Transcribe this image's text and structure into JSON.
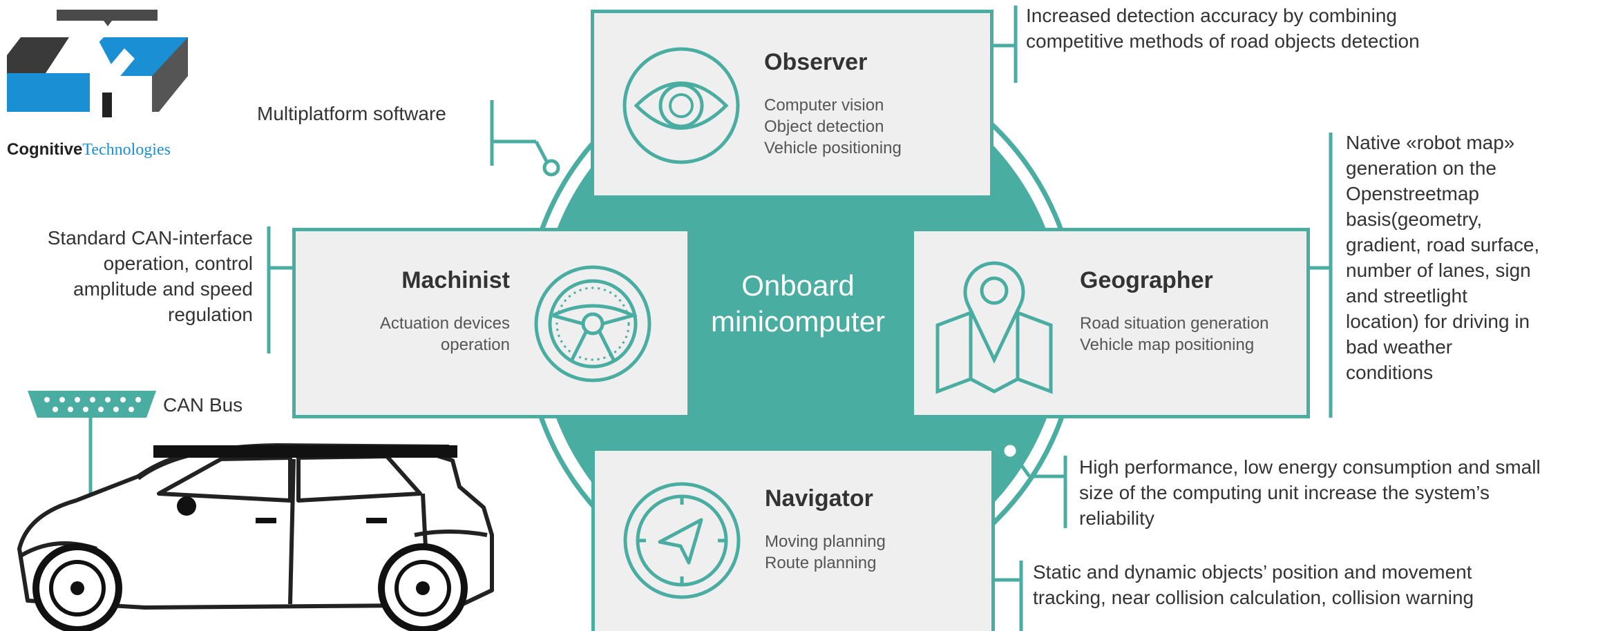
{
  "logo": {
    "word1": "Cognitive",
    "word2": "Technologies"
  },
  "core": {
    "label": "Onboard\nminicomputer"
  },
  "modules": {
    "observer": {
      "title": "Observer",
      "lines": [
        "Computer vision",
        "Object detection",
        "Vehicle positioning"
      ],
      "icon": "eye-icon"
    },
    "machinist": {
      "title": "Machinist",
      "lines": [
        "Actuation devices",
        "operation"
      ],
      "icon": "steering-wheel-icon"
    },
    "geographer": {
      "title": "Geographer",
      "lines": [
        "Road situation generation",
        "Vehicle map positioning"
      ],
      "icon": "map-pin-icon"
    },
    "navigator": {
      "title": "Navigator",
      "lines": [
        "Moving planning",
        "Route planning"
      ],
      "icon": "compass-icon"
    }
  },
  "notes": {
    "detection": [
      "Increased detection accuracy by combining",
      "competitive methods of road objects detection"
    ],
    "multiplatform": [
      "Multiplatform software"
    ],
    "can_interface": [
      "Standard CAN-interface",
      "operation, control",
      "amplitude and speed",
      "regulation"
    ],
    "robot_map": [
      "Native «robot map»",
      "generation on the",
      "Openstreetmap",
      "basis(geometry,",
      "gradient, road surface,",
      "number of lanes, sign",
      "and streetlight",
      "location) for driving in",
      "bad weather",
      "conditions"
    ],
    "performance": [
      "High performance, low energy consumption and small",
      "size of the computing unit increase the system’s",
      "reliability"
    ],
    "tracking": [
      "Static and dynamic objects’ position and movement",
      "tracking, near collision calculation, collision warning"
    ]
  },
  "can_bus": {
    "label": "CAN Bus",
    "icon": "can-connector-icon"
  },
  "vehicle": {
    "icon": "car-icon"
  },
  "colors": {
    "teal": "#4aada1",
    "box": "#efefef",
    "text": "#333333",
    "logo_blue": "#1b8fd4"
  }
}
